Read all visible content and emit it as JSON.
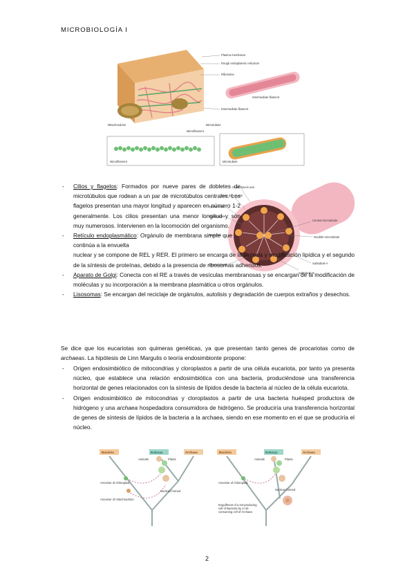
{
  "header": "MICROBIOLOGÍA I",
  "figure1": {
    "labels": [
      "Plasma membrane",
      "Rough endoplasmic reticulum",
      "Ribosome",
      "Intermediate filament",
      "Intermediate filament",
      "Mitochondrion",
      "Microtubule",
      "Microfilament",
      "Microfilament",
      "Microtubule"
    ]
  },
  "figure2": {
    "labels": [
      "Outer dynein arm",
      "Inner dynein arm",
      "Spoke head",
      "Radial spoke",
      "Nexin link",
      "Central sheath",
      "Central microtubule",
      "Doublet microtubule",
      "Subtubule A",
      "Subtubule B"
    ]
  },
  "list1": [
    {
      "term": "Cilios y flagelos",
      "text": ": Formados por nueve pares de dobletes de microtúbulos que rodean a un par de microtúbulos centrales. Los flagelos presentan una mayor longitud y aparecen en número 1-2 generalmente. Los cilios presentan una menor longitud y son muy numerosos. Intervienen en la locomoción del organismo."
    },
    {
      "term": "Retículo endoplasmático",
      "text_a": ": Orgánulo de membrana simple que continúa a la envuelta",
      "text_b": "nuclear y se compone de REL y RER. El primero se encarga de la síntesis y modificación lipídica y el segundo de la síntesis de proteínas, debido a la presencia de ribosomas adheridos."
    },
    {
      "term": "Aparato de Golgi",
      "text": ": Conecta con el RE a través de vesículas membranosas y se encargan de la modificación de moléculas y su incorporación a la membrana plasmática u otros orgánulos."
    },
    {
      "term": "Lisosomas",
      "text": ": Se encargan del reciclaje de orgánulos, autolisis y degradación de cuerpos extraños y desechos."
    }
  ],
  "para": {
    "a": "Se dice que los eucariotas son quimeras genéticas, ya que presentan tanto genes de procariotas como de ",
    "italic": "archaeas",
    "b": ". La hipótesis de Linn Margulis o teoría endosimbionte propone:"
  },
  "list2": [
    {
      "text": "Origen endosimbiótico de mitocondrias y cloroplastos a partir de una célula eucariota, por tanto ya presenta núcleo, que establece una relación endosimbiótica con una bacteria, produciéndose una transferencia horizontal de genes relacionados con la síntesis de lípidos desde la bacteria al núcleo de la célula eucariota."
    },
    {
      "text_a": "Origen endosimbiótico de mitocondrias y cloroplastos a partir de una bacteria huésped productora de hidrógeno y una ",
      "italic": "archaea",
      "text_b": " hospedadora consumidora de hidrógeno. Se produciría una transferencia horizontal de genes de síntesis de lípidos de la bacteria a la archaea, siendo en ese momento en el que se produciría el núcleo."
    }
  ],
  "figure3": {
    "domains": [
      "Bacteria",
      "Eukarya",
      "Archaea"
    ],
    "left_labels": [
      "Animals",
      "Plants",
      "Ancestor of chloroplast",
      "Nucleus formed",
      "Ancestor of mitochondrion"
    ],
    "right_labels": [
      "Animals",
      "Plants",
      "Ancestor of chloroplast",
      "Nucleus formed",
      "Engulfment of a H2-producing cell of Bacteria by a H2-consuming cell of Archaea"
    ]
  },
  "page_number": "2",
  "colors": {
    "bacteria": "#f3c99a",
    "eukarya": "#9fd6c8",
    "archaea": "#f1cfa6",
    "accent_green": "#6fbf73"
  }
}
